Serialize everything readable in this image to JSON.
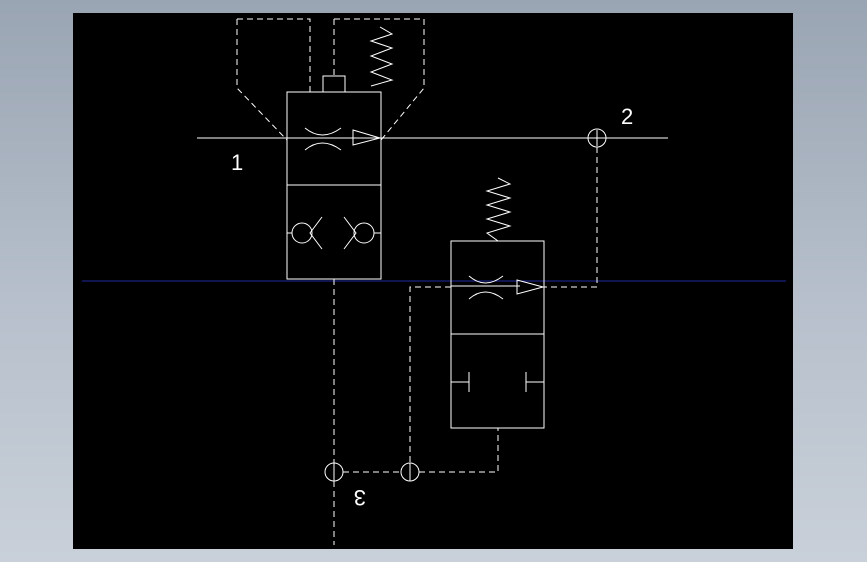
{
  "diagram": {
    "background_color": "#000000",
    "line_color": "#ffffff",
    "guide_line_color": "#1f2a9a",
    "port_labels": {
      "port_1": "1",
      "port_2": "2",
      "port_3": "3"
    }
  }
}
